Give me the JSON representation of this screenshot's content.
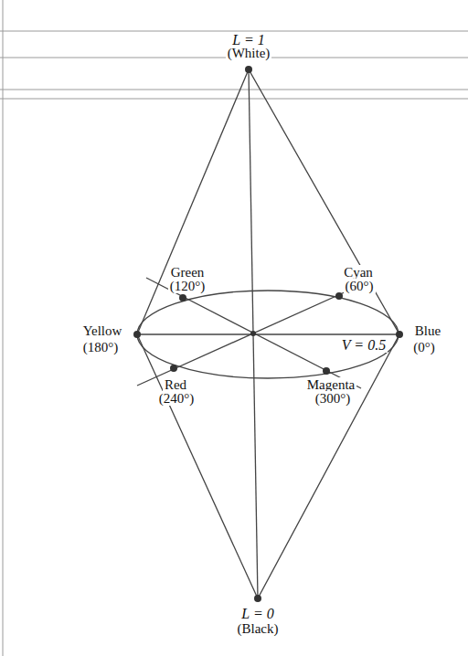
{
  "diagram": {
    "labels": [
      "L = 1",
      "(White)",
      "Green",
      "(120°)",
      "Cyan",
      "(60°)",
      "Yellow",
      "(180°)",
      "Blue",
      "(0°)",
      "V = 0.5",
      "Red",
      "(240°)",
      "Magenta",
      "(300°)",
      "L = 0",
      "(Black)"
    ]
  }
}
